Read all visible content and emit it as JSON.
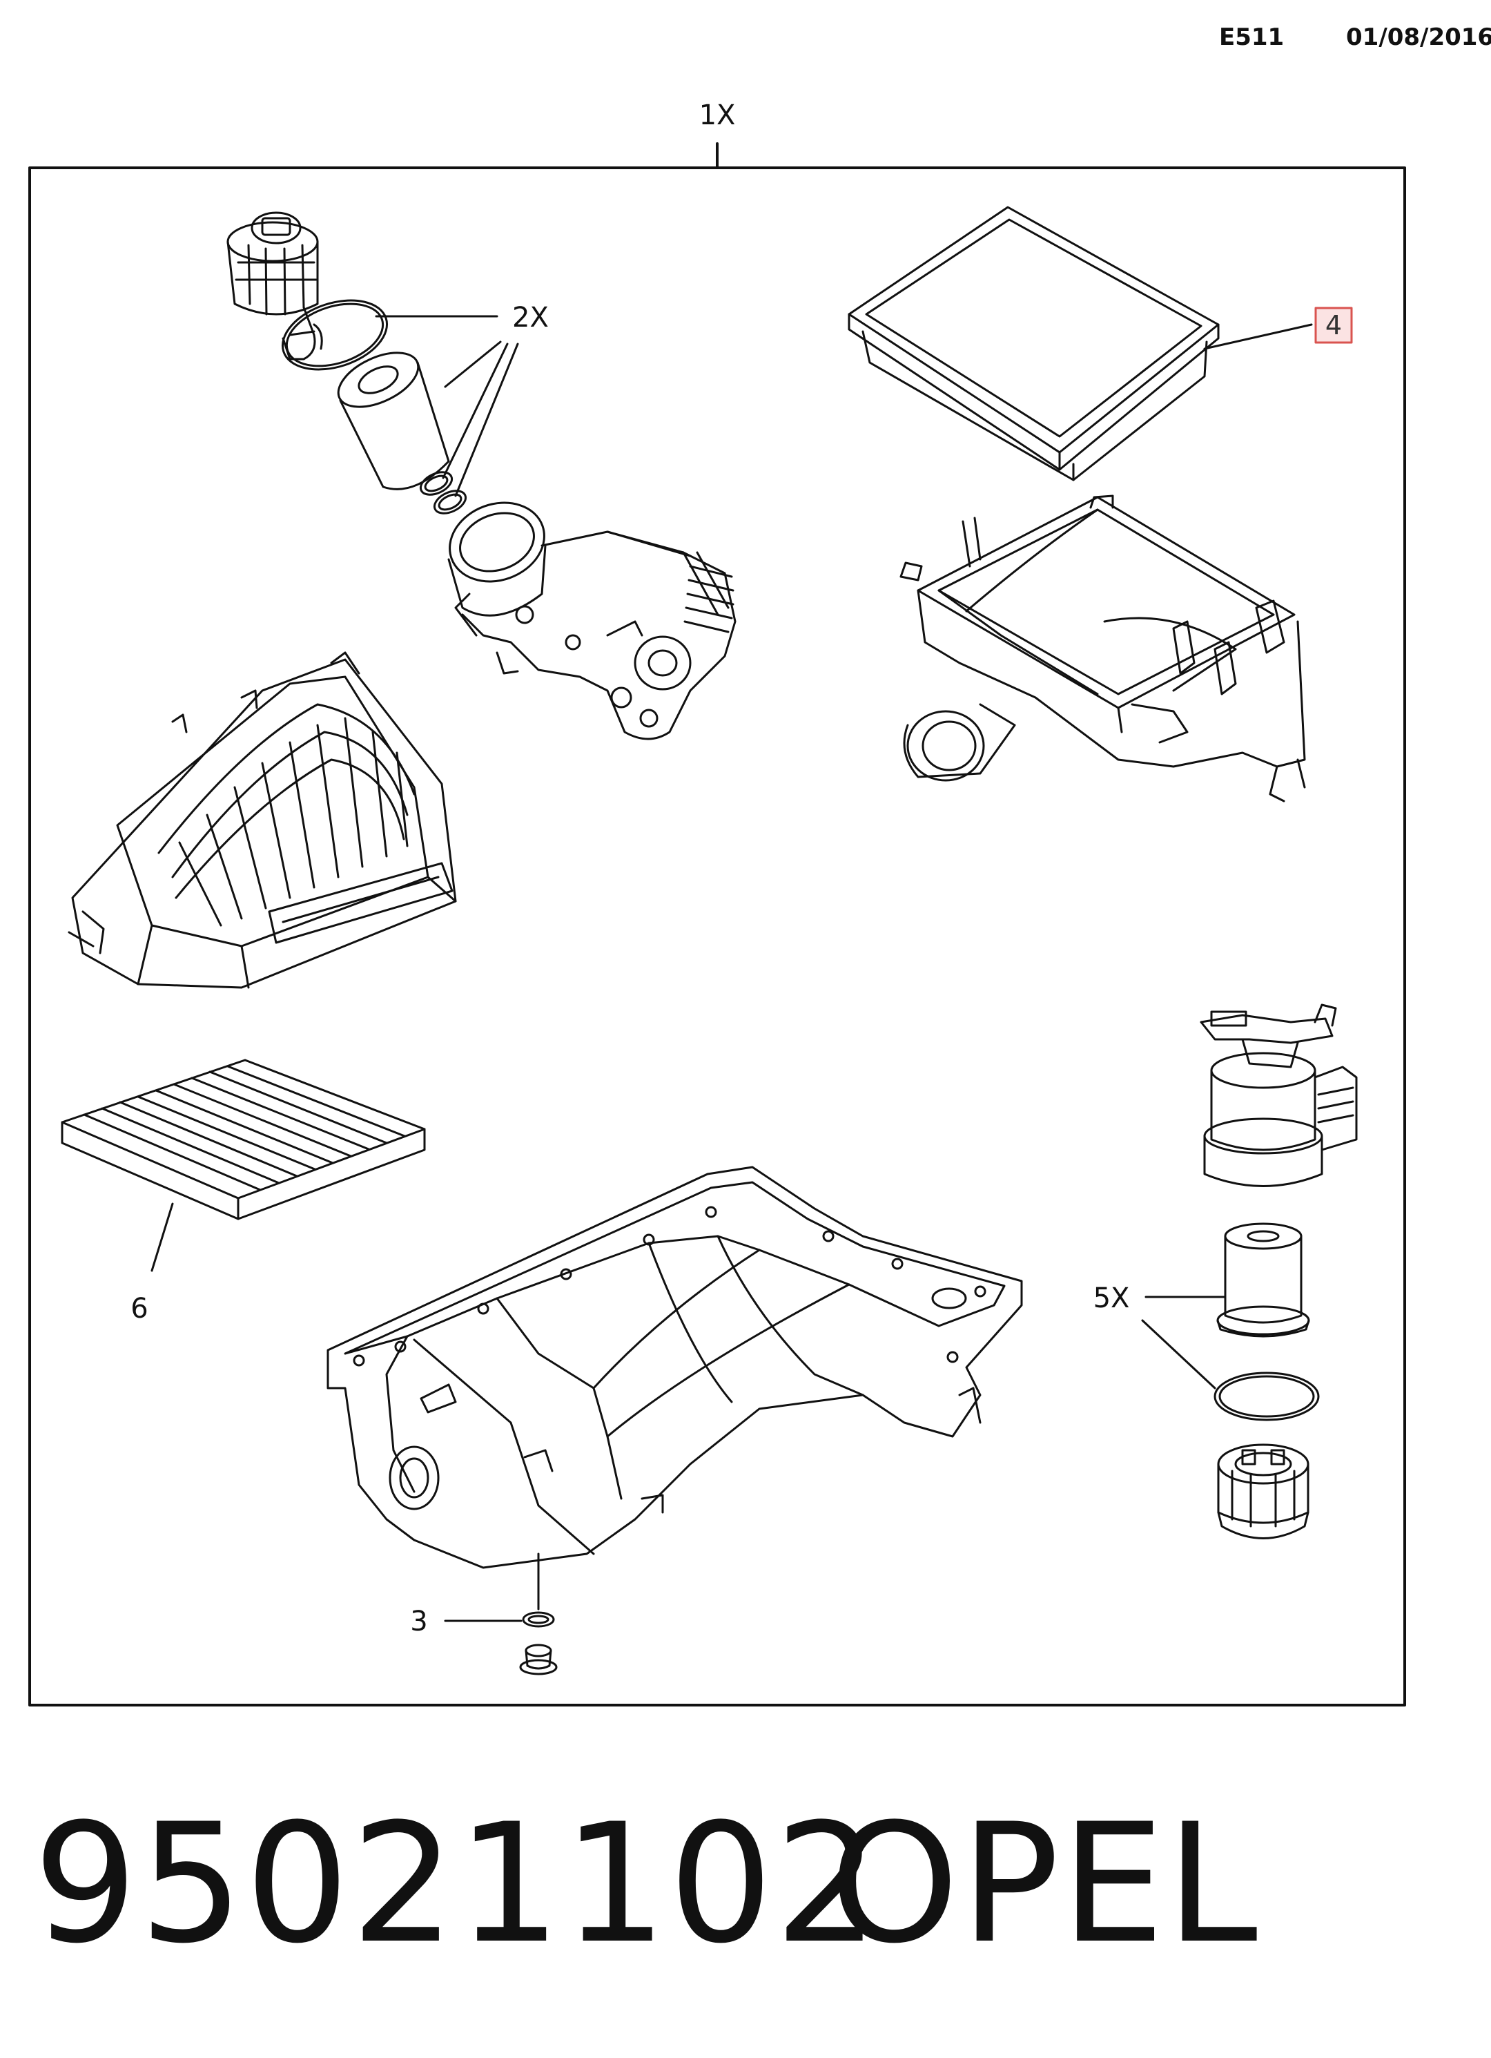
{
  "header": {
    "code": "E511",
    "date": "01/08/2016"
  },
  "callouts": {
    "kit": "1X",
    "oil_filter": "2X",
    "drain_plug": "3",
    "air_filter": "4",
    "fuel_filter": "5X",
    "cabin_filter": "6"
  },
  "footer": {
    "part_number": "95021102",
    "brand": "OPEL"
  },
  "colors": {
    "line": "#111111",
    "highlight_fill": "#fbe3e3",
    "highlight_border": "#d9534f"
  }
}
